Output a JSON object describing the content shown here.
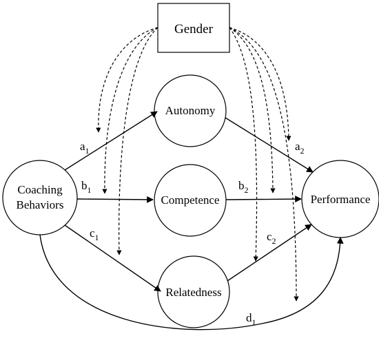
{
  "nodes": {
    "gender": "Gender",
    "autonomy": "Autonomy",
    "competence": "Competence",
    "relatedness": "Relatedness",
    "coaching_line1": "Coaching",
    "coaching_line2": "Behaviors",
    "performance": "Performance"
  },
  "paths": {
    "a1": {
      "base": "a",
      "sub": "1"
    },
    "a2": {
      "base": "a",
      "sub": "2"
    },
    "b1": {
      "base": "b",
      "sub": "1"
    },
    "b2": {
      "base": "b",
      "sub": "2"
    },
    "c1": {
      "base": "c",
      "sub": "1"
    },
    "c2": {
      "base": "c",
      "sub": "2"
    },
    "d1": {
      "base": "d",
      "sub": "1"
    }
  }
}
